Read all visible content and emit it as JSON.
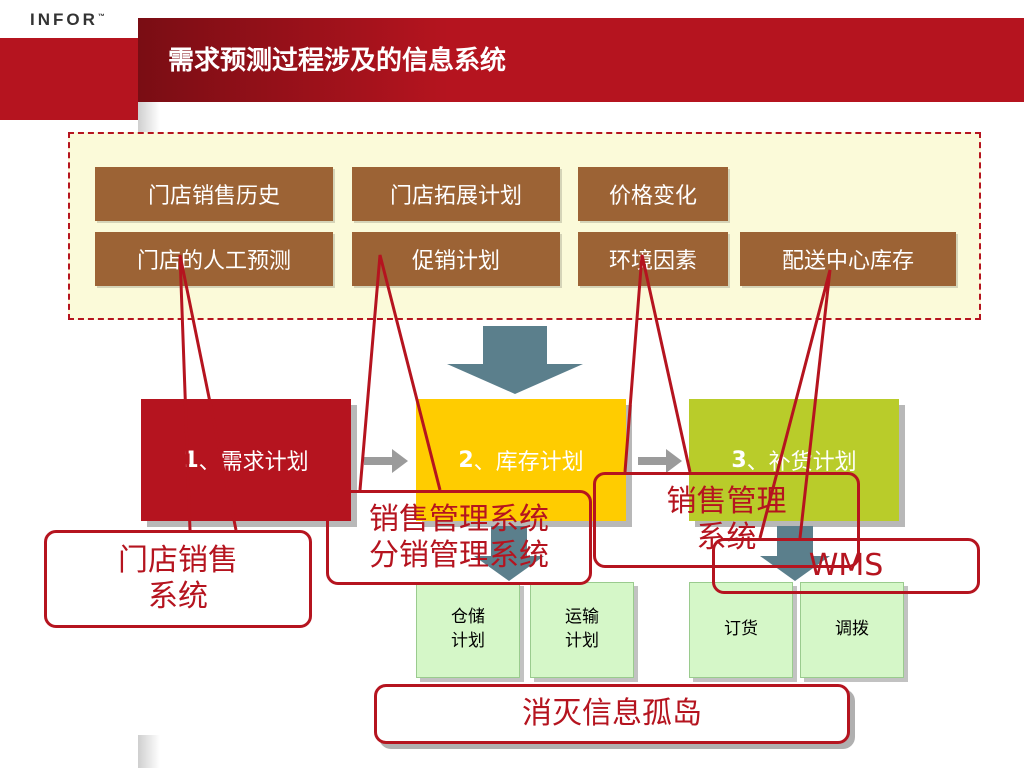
{
  "header": {
    "logo_text": "INFOR",
    "logo_mark": "™",
    "title": "需求预测过程涉及的信息系统"
  },
  "info_items": {
    "store_sales_history": "门店销售历史",
    "store_expansion_plan": "门店拓展计划",
    "price_change": "价格变化",
    "store_manual_forecast": "门店的人工预测",
    "promotion_plan": "促销计划",
    "environment_factors": "环境因素",
    "dc_inventory": "配送中心库存"
  },
  "processes": {
    "p1_num": "1",
    "p1_label": "、需求计划",
    "p2_num": "2",
    "p2_label": "、库存计划",
    "p3_num": "3",
    "p3_label": "、补货计划"
  },
  "sub_boxes": {
    "storage": "仓储\n计划",
    "transport": "运输\n计划",
    "ordering": "订货",
    "allocation": "调拨"
  },
  "callouts": {
    "store_sales_system": "门店销售\n系统",
    "sales_dist_system": "销售管理系统\n分销管理系统",
    "sales_system": "销售管理\n系统",
    "wms": "WMS",
    "eliminate_islands": "消灭信息孤岛"
  },
  "colors": {
    "brand_red": "#b5141f",
    "brown": "#9c6335",
    "yellow": "#ffcc00",
    "lime": "#b9cc2a",
    "light_green": "#d5f7c8",
    "arrow_steel": "#5b7f8c"
  }
}
